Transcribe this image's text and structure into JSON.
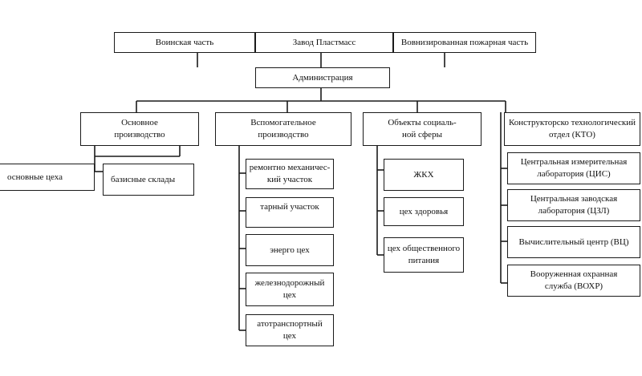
{
  "top_row": {
    "military_unit": "Воинская часть",
    "plant": "Завод Пластмасс",
    "fire_unit": "Вовнизированная  пожарная часть"
  },
  "administration": "Администрация",
  "divisions": {
    "main_production": "Основное\nпроизводство",
    "auxiliary_production": "Вспомогательное\nпроизводство",
    "social_objects": "Объекты социаль-\nной сферы",
    "kto": "Конструкторско технологический\nотдел (КТО)"
  },
  "main_production_units": {
    "main_workshops": "основные цеха",
    "base_warehouses": "базисные склады"
  },
  "auxiliary_units": [
    "ремонтно механичес-\nкий участок",
    "тарный участок",
    "энерго цех",
    "железнодорожный\nцех",
    "атотранспортный\nцех"
  ],
  "social_units": [
    "ЖКХ",
    "цех здоровья",
    "цех общественного\nпитания"
  ],
  "right_units": [
    "Центральная измерительная\nлаборатория (ЦИС)",
    "Центральная заводская\nлаборатория (ЦЗЛ)",
    "Вычислительный центр (ВЦ)",
    "Вооруженная охранная\nслужба (ВОХР)"
  ]
}
